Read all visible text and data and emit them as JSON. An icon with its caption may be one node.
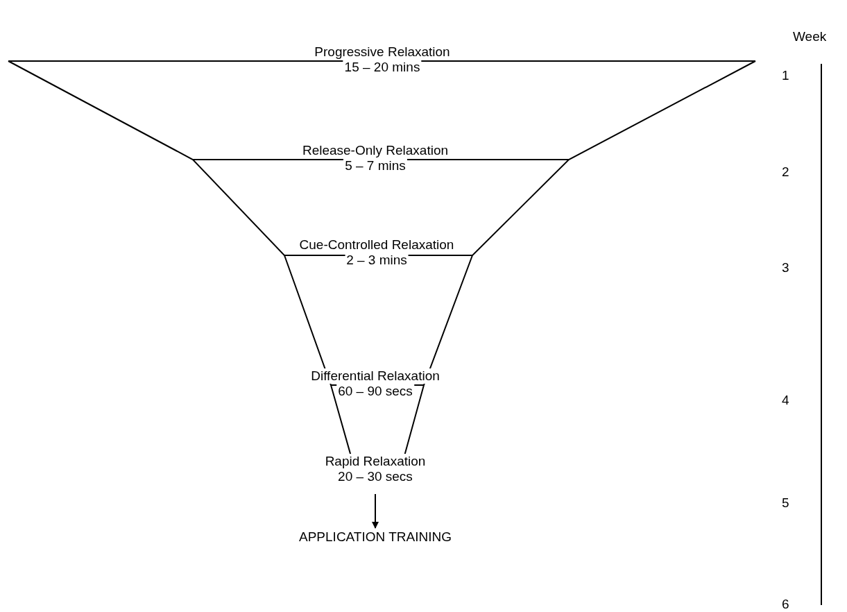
{
  "diagram": {
    "nodes": [
      {
        "text": [
          "Progressive Relaxation",
          "15 – 20 mins"
        ]
      },
      {
        "text": [
          "Release-Only Relaxation",
          "5 – 7 mins"
        ]
      },
      {
        "text": [
          "Cue-Controlled Relaxation",
          "2 – 3 mins"
        ]
      },
      {
        "text": [
          "Differential Relaxation",
          "60 – 90 secs"
        ]
      },
      {
        "text": [
          "Rapid Relaxation",
          "20 – 30 secs"
        ]
      },
      {
        "text": [
          "APPLICATION TRAINING"
        ]
      }
    ],
    "edges": [
      {
        "from": 4,
        "to": 5,
        "arrow": "to"
      }
    ],
    "labels": [
      "Week",
      "1",
      "2",
      "3",
      "4",
      "5",
      "6"
    ]
  }
}
